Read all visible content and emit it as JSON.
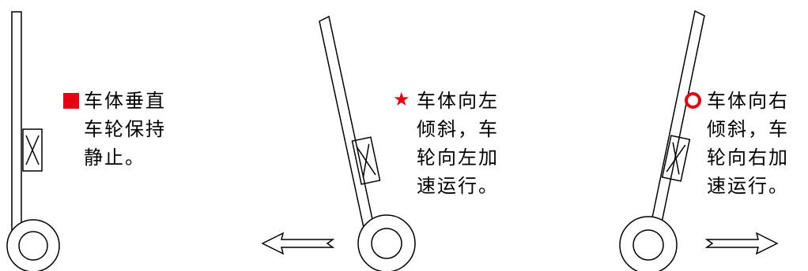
{
  "captions": [
    {
      "marker": "red-square-marker",
      "color": "#e60012",
      "lines": [
        "车体垂直",
        "车轮保持",
        "静止。"
      ]
    },
    {
      "marker": "red-star-marker",
      "color": "#e60012",
      "lines": [
        "车体向左",
        "倾斜，车",
        "轮向左加",
        "速运行。"
      ]
    },
    {
      "marker": "red-circle-marker",
      "color": "#e60012",
      "lines": [
        "车体向右",
        "倾斜，车",
        "轮向右加",
        "速运行。"
      ]
    }
  ],
  "arrows": [
    "left",
    "right"
  ]
}
